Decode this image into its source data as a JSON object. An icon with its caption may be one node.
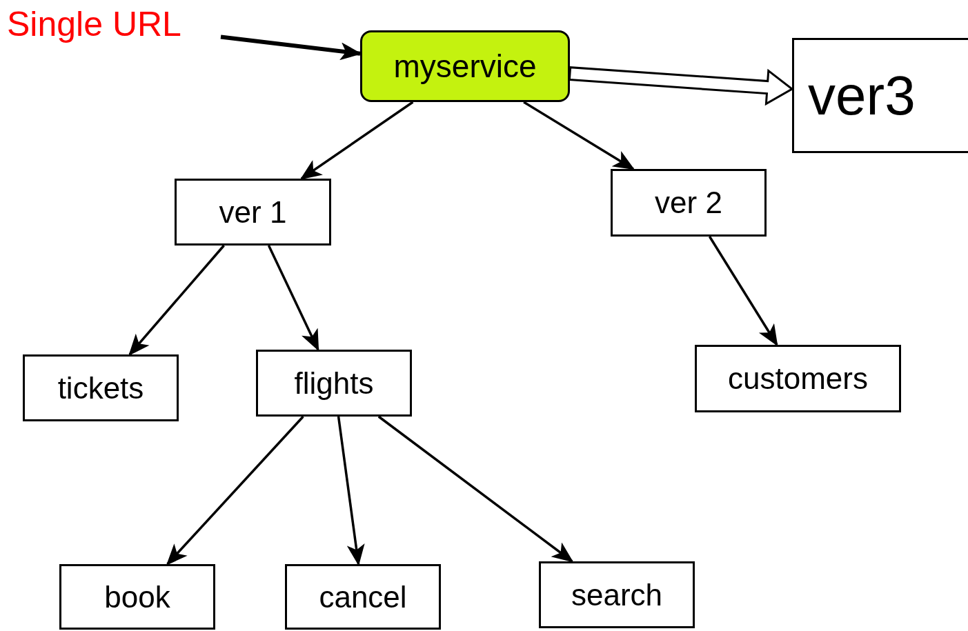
{
  "diagram": {
    "nodes": [
      {
        "text": [
          "Single URL"
        ]
      },
      {
        "text": [
          "myservice"
        ]
      },
      {
        "text": [
          "ver3"
        ]
      },
      {
        "text": [
          "ver 1"
        ]
      },
      {
        "text": [
          "ver 2"
        ]
      },
      {
        "text": [
          "tickets"
        ]
      },
      {
        "text": [
          "flights"
        ]
      },
      {
        "text": [
          "customers"
        ]
      },
      {
        "text": [
          "book"
        ]
      },
      {
        "text": [
          "cancel"
        ]
      },
      {
        "text": [
          "search"
        ]
      }
    ],
    "edges": [
      {
        "from": 0,
        "to": 1,
        "arrow": "to"
      },
      {
        "from": 1,
        "to": 2,
        "arrow": "to",
        "style": "thick"
      },
      {
        "from": 1,
        "to": 3,
        "arrow": "to"
      },
      {
        "from": 1,
        "to": 4,
        "arrow": "to"
      },
      {
        "from": 3,
        "to": 5,
        "arrow": "to"
      },
      {
        "from": 3,
        "to": 6,
        "arrow": "to"
      },
      {
        "from": 4,
        "to": 7,
        "arrow": "to"
      },
      {
        "from": 6,
        "to": 8,
        "arrow": "to"
      },
      {
        "from": 6,
        "to": 9,
        "arrow": "to"
      },
      {
        "from": 6,
        "to": 10,
        "arrow": "to"
      }
    ]
  }
}
